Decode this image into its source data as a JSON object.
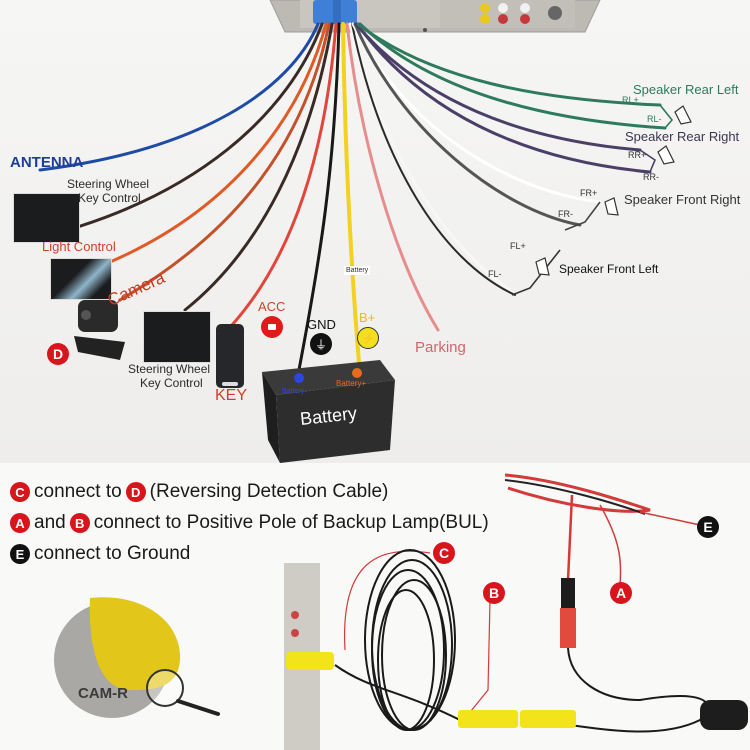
{
  "diagram": {
    "title": "Car stereo wiring harness and reversing camera connection diagram",
    "colors": {
      "antenna_blue": "#1d3d9a",
      "accent_red": "#d8151c",
      "label_red": "#d2402c",
      "speaker_green": "#2e7a5d",
      "speaker_purple": "#3c3552",
      "battery_yellow": "#f2d21e",
      "connector_blue": "#3f7fd6"
    },
    "harness_labels": {
      "antenna": "ANTENNA",
      "steering_wheel_1": [
        "Steering Wheel",
        "Key Control"
      ],
      "light_control": "Light Control",
      "camera": "Camera",
      "steering_wheel_2": [
        "Steering Wheel",
        "Key Control"
      ],
      "key": "KEY",
      "acc": "ACC",
      "gnd": "GND",
      "b_plus": "B+",
      "battery": "Battery",
      "battery_neg_tag": "Battery-",
      "battery_pos_tag": "Battery+",
      "parking": "Parking",
      "wire_tag_battery": "Battery",
      "marker_d": "D"
    },
    "speakers": [
      {
        "name": "Speaker Rear Left",
        "plus": "RL+",
        "minus": "RL-",
        "color": "#2e7a5d"
      },
      {
        "name": "Speaker Rear Right",
        "plus": "RR+",
        "minus": "RR-",
        "color": "#3c3552"
      },
      {
        "name": "Speaker Front Right",
        "plus": "FR+",
        "minus": "FR-",
        "color": "#555555"
      },
      {
        "name": "Speaker Front Left",
        "plus": "FL+",
        "minus": "FL-",
        "color": "#222222"
      }
    ],
    "instructions": [
      {
        "badges": [
          "C",
          "D"
        ],
        "pre": "",
        "mid": "connect to",
        "post": "(Reversing Detection Cable)"
      },
      {
        "badges": [
          "A",
          "B"
        ],
        "pre": "",
        "mid": "and",
        "post": "connect to Positive Pole of Backup Lamp(BUL)"
      },
      {
        "badges": [
          "E"
        ],
        "pre": "",
        "mid": "",
        "post": "connect to Ground"
      }
    ],
    "photo_markers": {
      "a": "A",
      "b": "B",
      "c": "C",
      "e": "E"
    },
    "closeup_text": "CAM-R"
  }
}
